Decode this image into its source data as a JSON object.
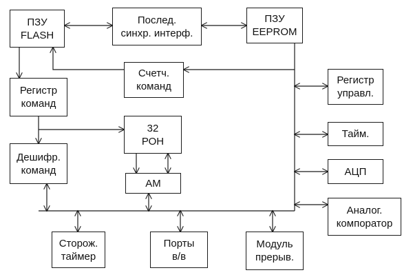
{
  "blocks": {
    "flash": "ПЗУ\nFLASH",
    "serial": "Послед.\nсинхр. интерф.",
    "eeprom": "ПЗУ\nEEPROM",
    "counter": "Счетч.\nкоманд",
    "reg_cmd": "Регистр\nкоманд",
    "reg_ctl": "Регистр\nуправл.",
    "ron": "32\nРОН",
    "timer": "Тайм.",
    "decoder": "Дешифр.\nкоманд",
    "adc": "АЦП",
    "alu": "АМ",
    "comp": "Аналог.\nкомпоратор",
    "wdt": "Сторож.\nтаймер",
    "ports": "Порты\nв/в",
    "irq": "Модуль\nпрерыв."
  },
  "colors": {
    "line": "#1a1a1a",
    "arrow_fill": "#ffffff",
    "background": "#ffffff"
  }
}
